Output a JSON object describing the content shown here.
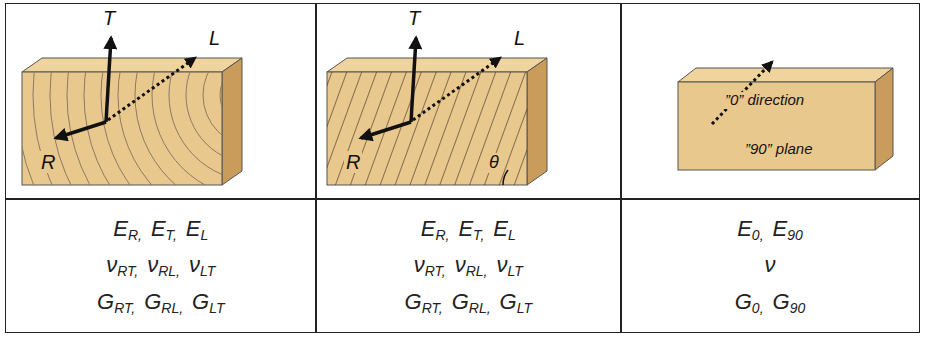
{
  "diagram": {
    "nodes": [
      {
        "text": [
          "T",
          "L",
          "R"
        ]
      },
      {
        "text": [
          "T",
          "L",
          "R",
          "θ"
        ]
      },
      {
        "text": [
          "”0” direction",
          "”90” plane"
        ]
      },
      {
        "text": [
          "E",
          "R,",
          "E",
          "T,",
          "E",
          "L",
          "ν",
          "RT,",
          "ν",
          "RL,",
          "ν",
          "LT",
          "G",
          "RT,",
          "G",
          "RL,",
          "G",
          "LT"
        ]
      },
      {
        "text": [
          "E",
          "R,",
          "E",
          "T,",
          "E",
          "L",
          "ν",
          "RT,",
          "ν",
          "RL,",
          "ν",
          "LT",
          "G",
          "RT,",
          "G",
          "RL,",
          "G",
          "LT"
        ]
      },
      {
        "text": [
          "E",
          "0,",
          "E",
          "90",
          "ν",
          "G",
          "0,",
          "G",
          "90"
        ]
      }
    ]
  }
}
